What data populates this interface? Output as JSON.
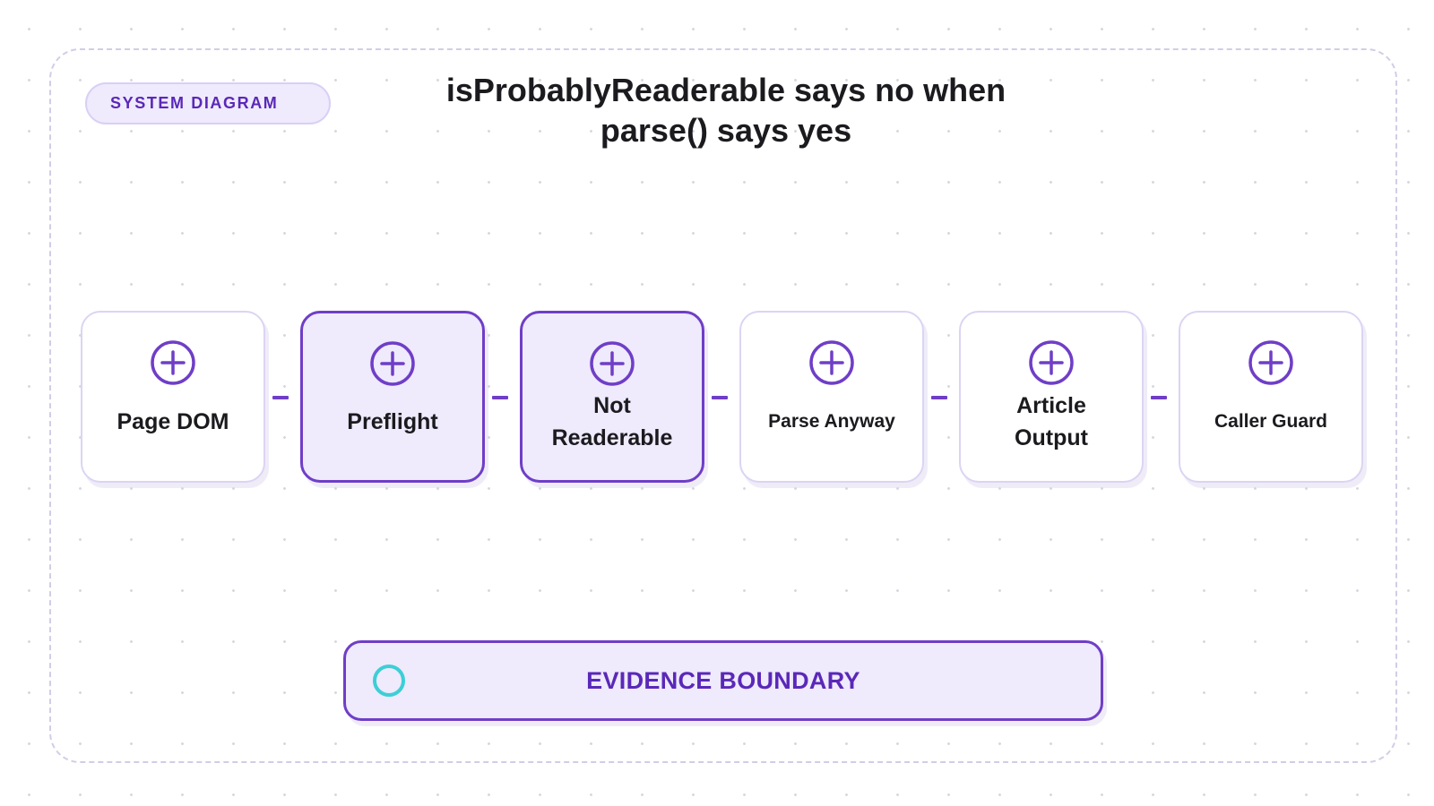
{
  "badge": {
    "label": "SYSTEM DIAGRAM"
  },
  "title": "isProbablyReaderable says no when parse() says yes",
  "nodes": [
    {
      "label": "Page DOM",
      "active": false,
      "icon": "plus-circle-icon"
    },
    {
      "label": "Preflight",
      "active": true,
      "icon": "plus-circle-icon"
    },
    {
      "label": "Not Readerable",
      "active": true,
      "icon": "plus-circle-icon"
    },
    {
      "label": "Parse Anyway",
      "active": false,
      "icon": "plus-circle-icon"
    },
    {
      "label": "Article Output",
      "active": false,
      "icon": "plus-circle-icon"
    },
    {
      "label": "Caller Guard",
      "active": false,
      "icon": "plus-circle-icon"
    }
  ],
  "boundary": {
    "label": "EVIDENCE BOUNDARY",
    "icon": "ring-icon"
  },
  "colors": {
    "accent": "#6f3ec7",
    "accent_text": "#5a28b8",
    "highlight_fill": "#efeafc",
    "ring": "#3ccfd6"
  }
}
